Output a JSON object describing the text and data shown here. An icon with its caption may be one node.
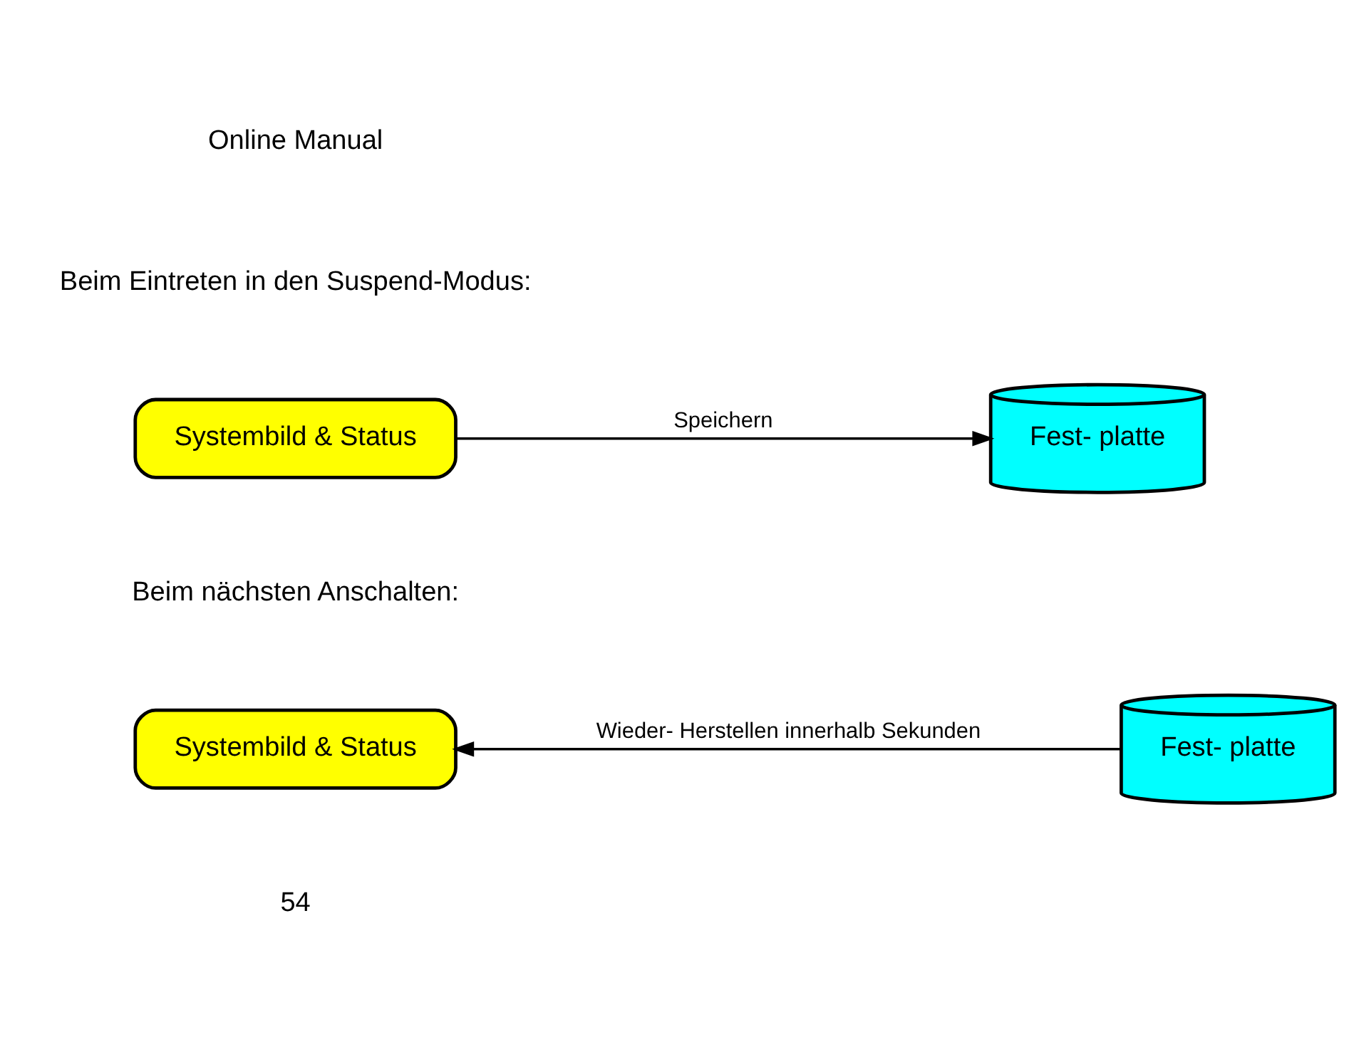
{
  "diagram": {
    "nodes": [
      {
        "text": [
          "Systembild & Status"
        ]
      },
      {
        "text": [
          "Fest- platte"
        ]
      },
      {
        "text": [
          "Systembild & Status"
        ]
      },
      {
        "text": [
          "Fest- platte"
        ]
      }
    ],
    "edges": [
      {
        "from": 0,
        "to": 1,
        "arrow": "to",
        "label": "Speichern"
      },
      {
        "from": 3,
        "to": 2,
        "arrow": "to",
        "label": "Wieder- Herstellen innerhalb Sekunden"
      }
    ],
    "labels": [
      "Online Manual",
      "Beim Eintreten in den Suspend-Modus:",
      "Beim nächsten Anschalten:",
      "54"
    ]
  }
}
